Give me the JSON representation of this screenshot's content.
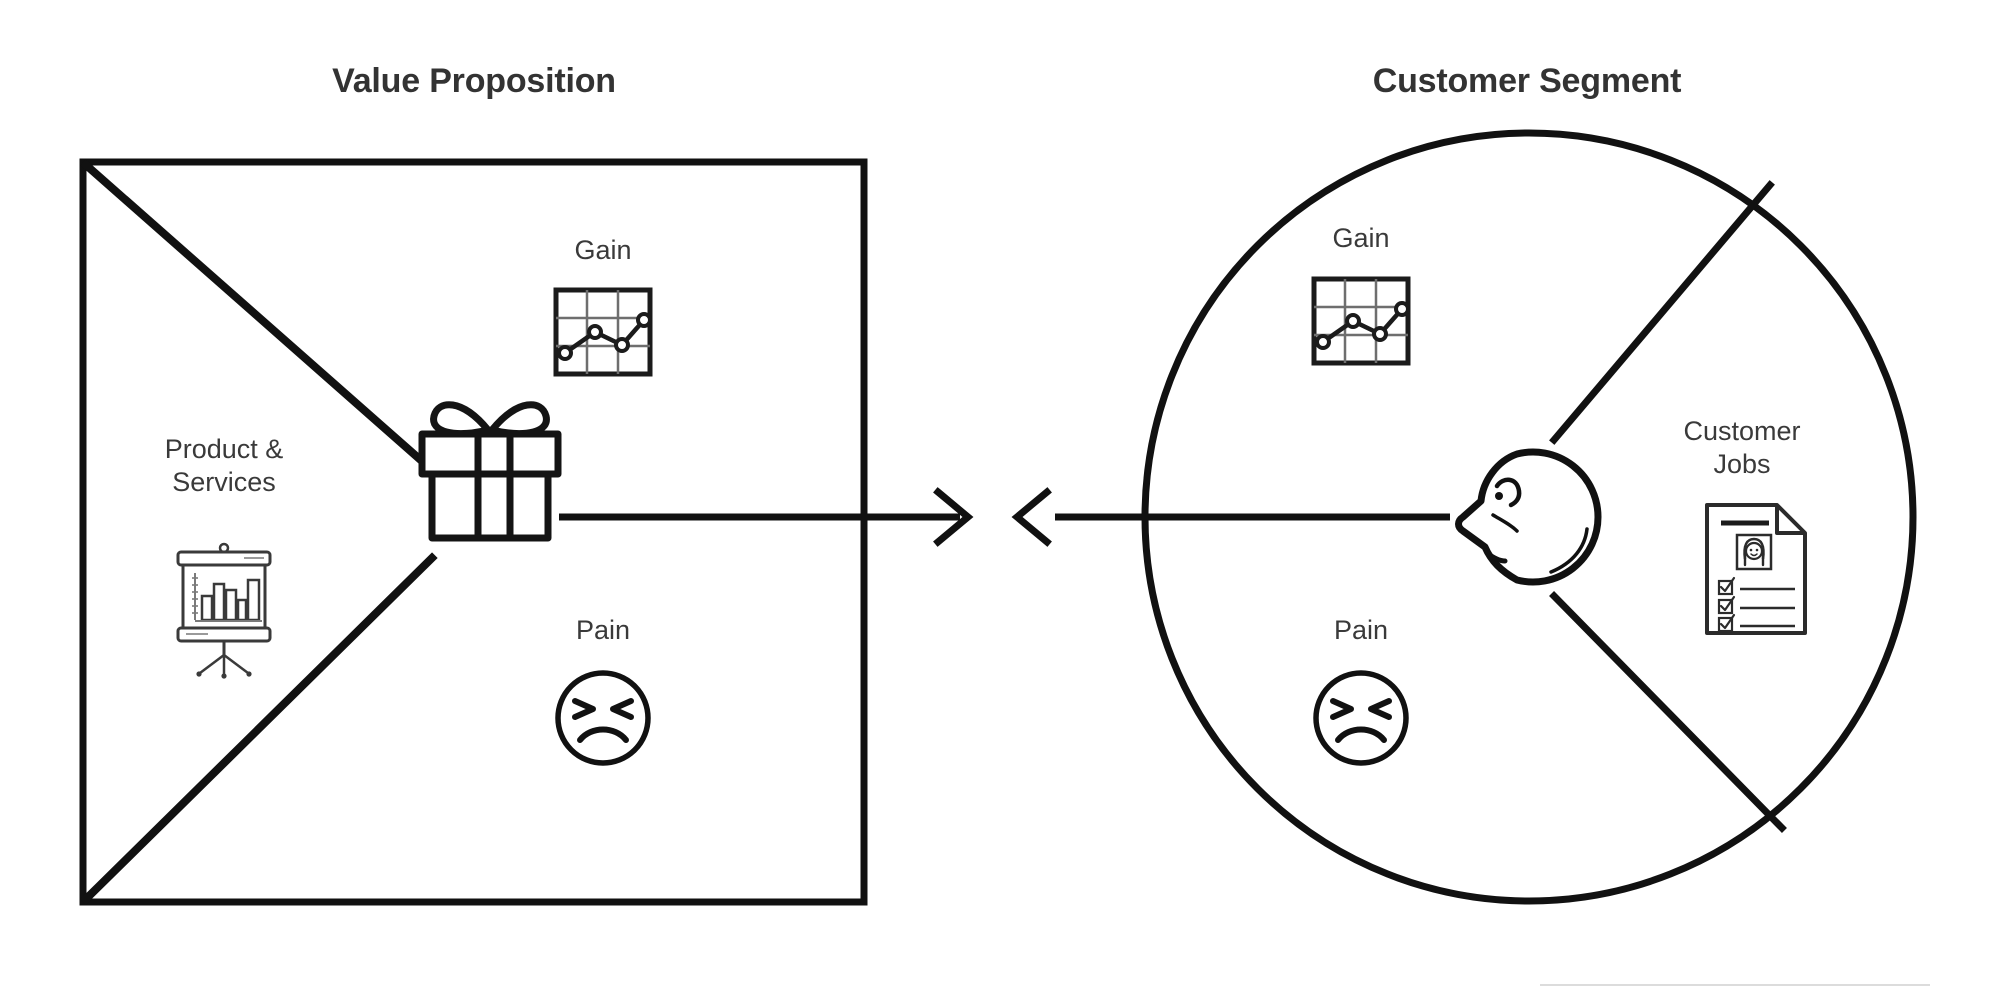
{
  "diagram": {
    "type": "value-proposition-canvas",
    "background_color": "#ffffff",
    "stroke_color": "#111111",
    "text_color": "#333333"
  },
  "left_panel": {
    "title": "Value Proposition",
    "shape": "square",
    "center_icon": "gift-box-icon",
    "sections": [
      {
        "key": "gain",
        "label": "Gain",
        "icon": "line-chart-grid-icon"
      },
      {
        "key": "products",
        "label": "Product &\nServices",
        "label_line1": "Product &",
        "label_line2": "Services",
        "icon": "presentation-board-icon"
      },
      {
        "key": "pain",
        "label": "Pain",
        "icon": "frowning-face-icon"
      }
    ]
  },
  "right_panel": {
    "title": "Customer Segment",
    "shape": "circle",
    "center_icon": "customer-head-profile-icon",
    "sections": [
      {
        "key": "gain",
        "label": "Gain",
        "icon": "line-chart-grid-icon"
      },
      {
        "key": "jobs",
        "label": "Customer\nJobs",
        "label_line1": "Customer",
        "label_line2": "Jobs",
        "icon": "checklist-document-icon"
      },
      {
        "key": "pain",
        "label": "Pain",
        "icon": "frowning-face-icon"
      }
    ]
  },
  "connector": {
    "left_arrow": "arrow-right-icon",
    "right_arrow": "arrow-left-icon",
    "meaning": "fit-between-value-proposition-and-customer-segment"
  },
  "footer": {
    "divider": "horizontal-rule"
  }
}
